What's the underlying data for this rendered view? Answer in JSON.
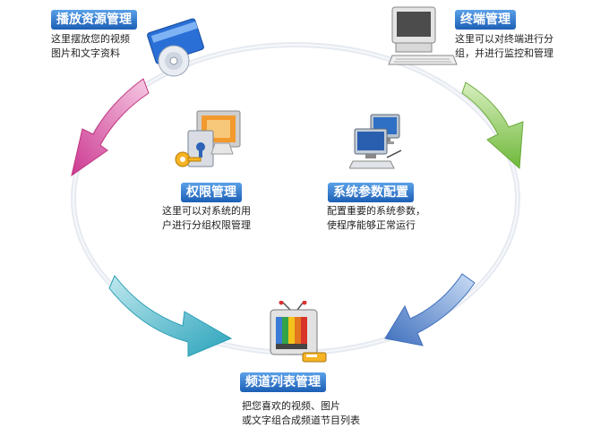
{
  "nodes": {
    "playback": {
      "title": "播放资源管理",
      "desc": "这里摆放您的视频\n图片和文字资料",
      "icon": "book-cd-icon"
    },
    "terminal": {
      "title": "终端管理",
      "desc": "这里可以对终端进行分\n组，并进行监控和管理",
      "icon": "computer-icon"
    },
    "permission": {
      "title": "权限管理",
      "desc": "这里可以对系统的用\n户进行分组权限管理",
      "icon": "key-lock-icon"
    },
    "system": {
      "title": "系统参数配置",
      "desc": "配置重要的系统参数，\n使程序能够正常运行",
      "icon": "network-computers-icon"
    },
    "playlist": {
      "title": "频道列表管理",
      "desc": "把您喜欢的视频、图片\n或文字组合成频道节目列表",
      "icon": "tv-icon"
    }
  },
  "colors": {
    "title_top": "#5aa0e8",
    "title_bottom": "#1c5fb5",
    "arrow_green": "#86c84a",
    "arrow_blue": "#4f7fc7",
    "arrow_teal": "#39aec2",
    "arrow_pink": "#d9479e",
    "ring": "#d8dee8"
  }
}
